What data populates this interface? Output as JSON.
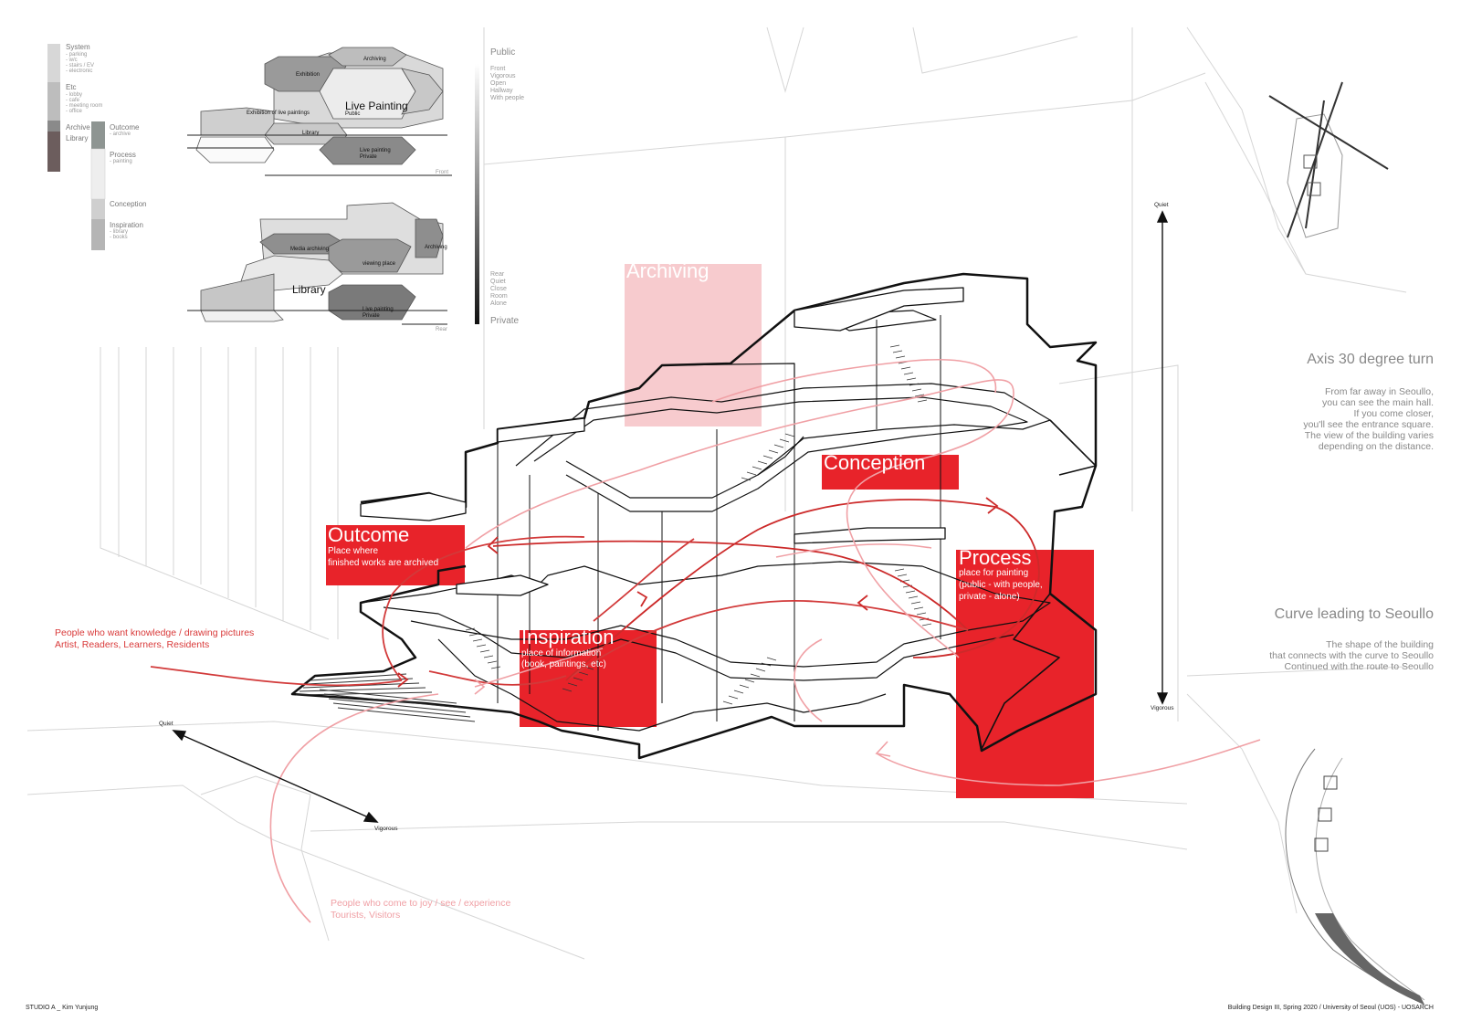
{
  "legend": {
    "left": [
      {
        "label": "System",
        "items": [
          "- parking",
          "- w/c",
          "- stairs / EV",
          "- electronic"
        ]
      },
      {
        "label": "Etc",
        "items": [
          "- lobby",
          "- cafe",
          "- meeting room",
          "- office"
        ]
      },
      {
        "label": "Archive",
        "items": []
      },
      {
        "label": "Library",
        "items": []
      }
    ],
    "right": [
      {
        "label": "Outcome",
        "items": [
          "- archive"
        ]
      },
      {
        "label": "Process",
        "items": [
          "- painting"
        ]
      },
      {
        "label": "Conception",
        "items": []
      },
      {
        "label": "Inspiration",
        "items": [
          "- library",
          "- books"
        ]
      }
    ]
  },
  "section_front": {
    "exhibition": "Exhibition",
    "archiving": "Archiving",
    "live_painting": "Live Painting",
    "public": "Public",
    "exhibition_of_live": "Exhibition of live paintings",
    "library": "Library",
    "live_painting_small": "Live painting",
    "private": "Private",
    "tag": "Front"
  },
  "section_rear": {
    "media_archiving": "Media archiving",
    "archiving": "Archiving",
    "viewing_place": "viewing place",
    "library": "Library",
    "live_painting": "Live painting",
    "private": "Private",
    "tag": "Rear"
  },
  "scale": {
    "top": "Public",
    "top_items": [
      "Front",
      "Vigorous",
      "Open",
      "Hallway",
      "With people"
    ],
    "bottom_items": [
      "Rear",
      "Quiet",
      "Close",
      "Room",
      "Alone"
    ],
    "bottom": "Private"
  },
  "zones": {
    "archiving": {
      "title": "Archiving"
    },
    "conception": {
      "title": "Conception"
    },
    "outcome": {
      "title": "Outcome",
      "desc": [
        "Place where",
        "finished works are archived"
      ]
    },
    "process": {
      "title": "Process",
      "desc": [
        "place for painting",
        "(public - with people,",
        "private - alone)"
      ]
    },
    "inspiration": {
      "title": "Inspiration",
      "desc": [
        "place of information",
        "(book, paintings, etc)"
      ]
    }
  },
  "people_red": [
    "People who want knowledge / drawing pictures",
    "Artist, Readers, Learners, Residents"
  ],
  "people_pink": [
    "People who come to joy / see / experience",
    "Tourists, Visitors"
  ],
  "axis_vertical": {
    "top": "Quiet",
    "bottom": "Vigorous"
  },
  "axis_diag": {
    "top": "Quiet",
    "bottom": "Vigorous"
  },
  "axis_turn": {
    "title": "Axis 30 degree turn",
    "lines": [
      "From far away in Seoullo,",
      "you can see the main hall.",
      "If you come closer,",
      "you'll see the entrance square.",
      "The view of the building varies",
      "depending on the distance."
    ]
  },
  "curve": {
    "title": "Curve leading to Seoullo",
    "lines": [
      "The shape of the building",
      "that connects with the curve to Seoullo",
      "Continued with the route to Seoullo"
    ]
  },
  "footer": {
    "left": "STUDIO A _ Kim Yunjung",
    "right": "Building Design III, Spring 2020 / University of Seoul (UOS) - UOSARCH"
  },
  "colors": {
    "accent_red": "#e8232a",
    "pink": "#f0a0a5",
    "line_gray": "#cfcfcf"
  }
}
